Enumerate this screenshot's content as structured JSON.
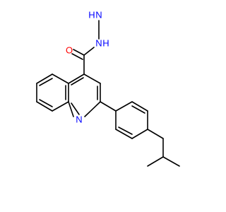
{
  "molecule": {
    "atoms": {
      "O": "O",
      "NH": "N",
      "NH_H": "H",
      "NH2": "N",
      "NH2_H": "H",
      "N_ring": "N"
    },
    "colors": {
      "bond": "#000000",
      "oxygen": "#ff0000",
      "nitrogen": "#0000ff",
      "background": "#ffffff"
    }
  }
}
